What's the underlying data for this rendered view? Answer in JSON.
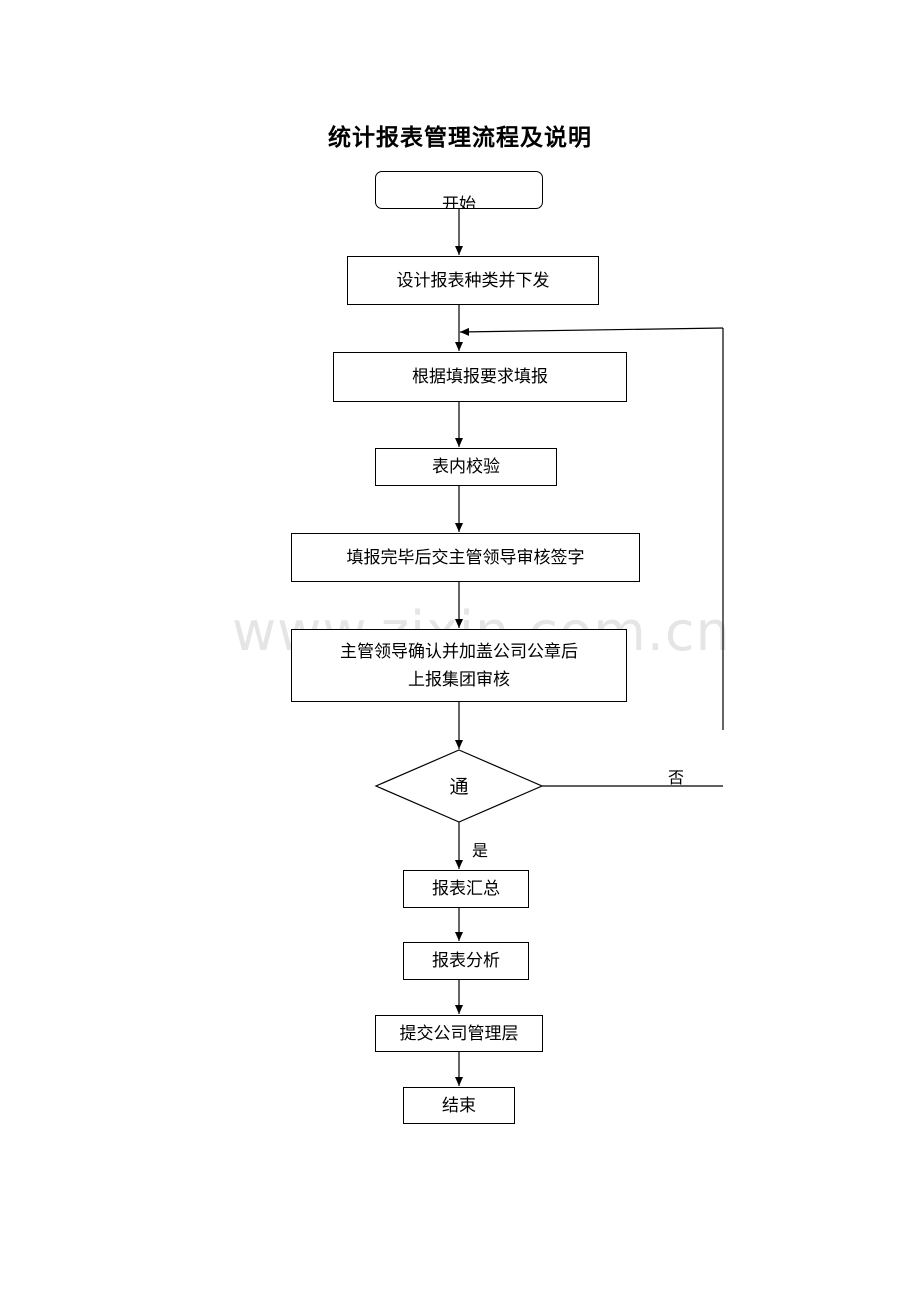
{
  "title": "统计报表管理流程及说明",
  "nodes": {
    "start": "开始",
    "design": "设计报表种类并下发",
    "fill": "根据填报要求填报",
    "verify": "表内校验",
    "submit_review": "填报完毕后交主管领导审核签字",
    "confirm_line1": "主管领导确认并加盖公司公章后",
    "confirm_line2": "上报集团审核",
    "decision": "通",
    "summary": "报表汇总",
    "analysis": "报表分析",
    "submit_mgmt": "提交公司管理层",
    "end": "结束"
  },
  "edges": {
    "yes": "是",
    "no": "否"
  },
  "watermark": "www.zixin.com.cn"
}
